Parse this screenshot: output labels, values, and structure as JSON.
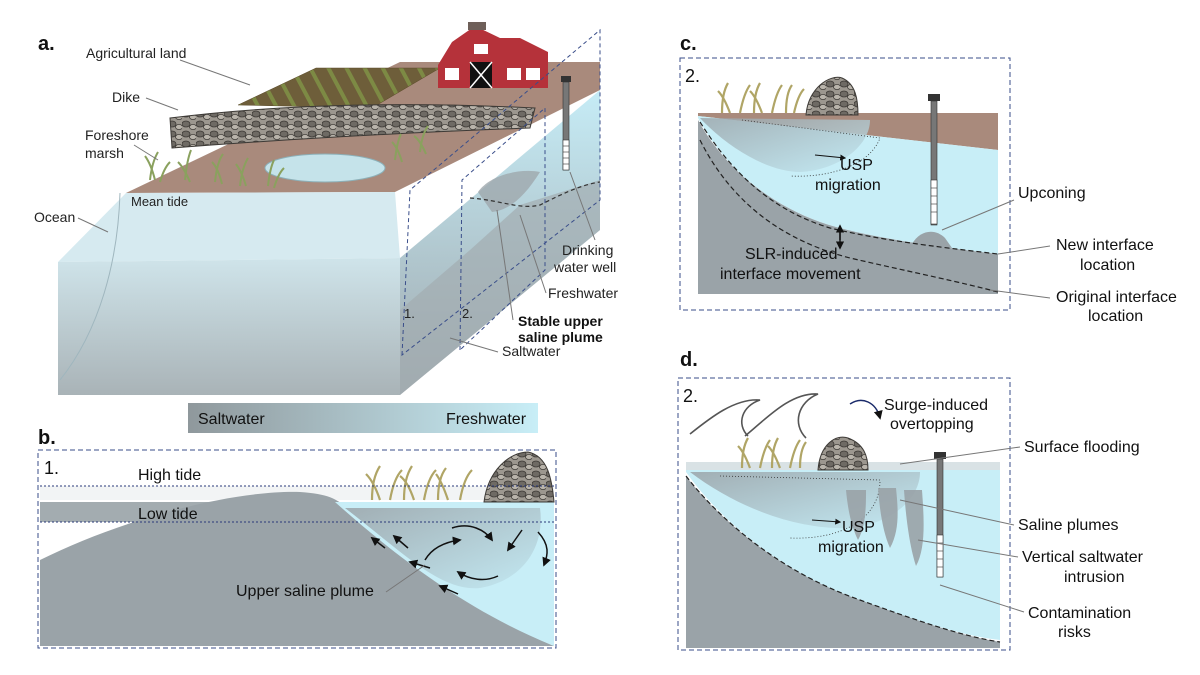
{
  "panels": {
    "a": {
      "letter": "a.",
      "labels": {
        "agricultural_land": "Agricultural land",
        "dike": "Dike",
        "foreshore_marsh_1": "Foreshore",
        "foreshore_marsh_2": "marsh",
        "ocean": "Ocean",
        "mean_tide": "Mean tide",
        "drinking_well_1": "Drinking",
        "drinking_well_2": "water well",
        "freshwater": "Freshwater",
        "stable_usp_1": "Stable upper",
        "stable_usp_2": "saline plume",
        "saltwater": "Saltwater",
        "section_1": "1.",
        "section_2": "2."
      }
    },
    "legend": {
      "left": "Saltwater",
      "right": "Freshwater"
    },
    "b": {
      "letter": "b.",
      "section": "1.",
      "high_tide": "High tide",
      "low_tide": "Low tide",
      "upper_saline_plume": "Upper saline plume"
    },
    "c": {
      "letter": "c.",
      "section": "2.",
      "usp_1": "USP",
      "usp_2": "migration",
      "upconing": "Upconing",
      "slr_1": "SLR-induced",
      "slr_2": "interface movement",
      "new_interface_1": "New interface",
      "new_interface_2": "location",
      "orig_interface_1": "Original interface",
      "orig_interface_2": "location"
    },
    "d": {
      "letter": "d.",
      "section": "2.",
      "surge_1": "Surge-induced",
      "surge_2": "overtopping",
      "surface_flooding": "Surface flooding",
      "saline_plumes": "Saline plumes",
      "usp_1": "USP",
      "usp_2": "migration",
      "vertical_1": "Vertical saltwater",
      "vertical_2": "intrusion",
      "contamination_1": "Contamination",
      "contamination_2": "risks"
    }
  },
  "colors": {
    "saltwater": "#9aa3a8",
    "freshwater": "#c8eef7",
    "land": "#a98a7c",
    "land_dark": "#8a6f63",
    "barn": "#b5323a",
    "ocean_front": "#c9dde3",
    "marsh": "#8aa15e"
  }
}
